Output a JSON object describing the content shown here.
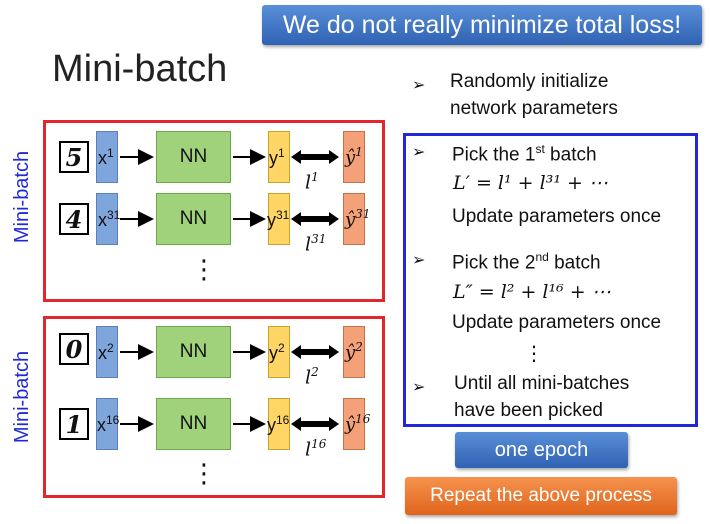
{
  "banner": {
    "text": "We do not really minimize total loss!"
  },
  "title": "Mini-batch",
  "side_label": "Mini-batch",
  "nn_label": "NN",
  "batches": [
    {
      "rows": [
        {
          "digit": "5",
          "x": "x",
          "x_sup": "1",
          "y": "y",
          "y_sup": "1",
          "yhat": "ŷ",
          "yhat_sup": "1",
          "loss": "l",
          "loss_sup": "1"
        },
        {
          "digit": "4",
          "x": "x",
          "x_sup": "31",
          "y": "y",
          "y_sup": "31",
          "yhat": "ŷ",
          "yhat_sup": "31",
          "loss": "l",
          "loss_sup": "31"
        }
      ]
    },
    {
      "rows": [
        {
          "digit": "0",
          "x": "x",
          "x_sup": "2",
          "y": "y",
          "y_sup": "2",
          "yhat": "ŷ",
          "yhat_sup": "2",
          "loss": "l",
          "loss_sup": "2"
        },
        {
          "digit": "1",
          "x": "x",
          "x_sup": "16",
          "y": "y",
          "y_sup": "16",
          "yhat": "ŷ",
          "yhat_sup": "16",
          "loss": "l",
          "loss_sup": "16"
        }
      ]
    }
  ],
  "ellipsis": "⋮",
  "steps": {
    "init_1": "Randomly initialize",
    "init_2": "network parameters",
    "pick1_a": "Pick the 1",
    "pick1_sup": "st",
    "pick1_b": " batch",
    "loss1": "L′ = l¹ + l³¹ + ⋯",
    "update1": "Update parameters once",
    "pick2_a": "Pick the 2",
    "pick2_sup": "nd",
    "pick2_b": " batch",
    "loss2": "L″ = l² + l¹⁶ + ⋯",
    "update2": "Update parameters once",
    "until_1": "Until all mini-batches",
    "until_2": "have been picked"
  },
  "buttons": {
    "epoch": "one epoch",
    "repeat": "Repeat the above process"
  },
  "colors": {
    "banner": "#2f62b4",
    "red_border": "#e3262d",
    "blue_border": "#1f2ad6",
    "repeat": "#ee7b2f"
  }
}
